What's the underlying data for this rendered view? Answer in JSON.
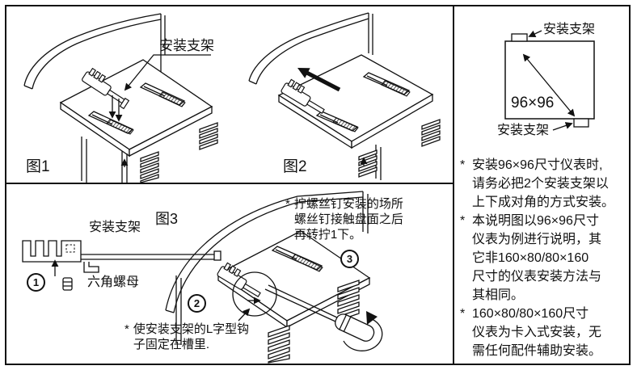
{
  "document": {
    "figures": {
      "fig1": {
        "caption": "图1",
        "bracket_label": "安装支架"
      },
      "fig2": {
        "caption": "图2"
      },
      "fig3": {
        "caption": "图3",
        "bracket_label": "安装支架",
        "hex_nut_label": "六角螺母",
        "steps": {
          "one": "1",
          "two": "2",
          "three": "3"
        },
        "screw_note_marker": "*",
        "screw_note": "拧螺丝钉安装的场所\n螺丝钉接触盘面之后\n再转拧1下。",
        "hook_note_marker": "*",
        "hook_note": "使安装支架的L字型钩\n子固定在槽里."
      }
    },
    "size_diagram": {
      "dimension_label": "96×96",
      "bracket_label_top": "安装支架",
      "bracket_label_bottom": "安装支架"
    },
    "notes": [
      {
        "marker": "*",
        "text": "安装96×96尺寸仪表时,\n请务必把2个安装支架以\n上下成对角的方式安装。"
      },
      {
        "marker": "*",
        "text": "本说明图以96×96尺寸\n仪表为例进行说明，其\n它非160×80/80×160\n尺寸的仪表安装方法与\n其相同。"
      },
      {
        "marker": "*",
        "text": "160×80/80×160尺寸\n仪表为卡入式安装，无\n需任何配件辅助安装。"
      }
    ],
    "colors": {
      "line": "#111111",
      "background": "#ffffff"
    }
  }
}
